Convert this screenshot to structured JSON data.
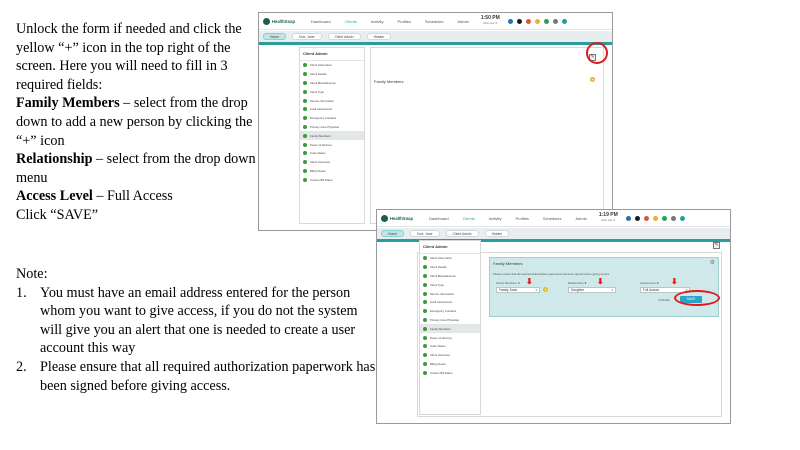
{
  "instructions": {
    "intro": "Unlock the form if needed and click the yellow “+” icon in the top right of the screen. Here you will need to fill in 3 required fields:",
    "f1_label": "Family Members",
    "f1_text": " – select from the drop down to add a new person by clicking the “+” icon",
    "f2_label": "Relationship",
    "f2_text": " – select from the drop down menu",
    "f3_label": "Access Level",
    "f3_text": " – Full Access",
    "save_line": "Click “SAVE”"
  },
  "note": {
    "heading": "Note:",
    "items": [
      {
        "num": "1.",
        "text": "You must have an email address entered for the person whom you want to give access, if you do not the system will give you an alert that one is needed to create a user account this way"
      },
      {
        "num": "2.",
        "text": "Please ensure that all required authorization paperwork has been signed before giving access."
      }
    ]
  },
  "app": {
    "logo": "HealthSnap",
    "nav": [
      "Dashboard",
      "Clients",
      "Activity",
      "Profiles",
      "Schedules",
      "Admin"
    ],
    "icon_colors": [
      "#2a6fb0",
      "#1c1c1c",
      "#e0553a",
      "#e6b42a",
      "#2e9c5a",
      "#777777",
      "#2a9c9c"
    ],
    "clientbar": [
      "Home",
      "Doe, Jane",
      "Client Admin",
      "Hidden"
    ],
    "sidebar_title": "Client Admin",
    "sidebar_items": [
      "Client Information",
      "Client Details",
      "Client Miscellaneous",
      "Client Type",
      "Service Information",
      "Lead Assessment",
      "Emergency Contacts",
      "Primary Care Physician",
      "Family Members",
      "Power of Attorney",
      "Code Status",
      "Client Insurance",
      "Billing Notes",
      "Custom Bill Rates"
    ],
    "content_label": "Family Members",
    "plus_glyph": "+"
  },
  "shot1": {
    "time": "1:50 PM",
    "date": "Mon Apr 6"
  },
  "shot2": {
    "time": "1:19 PM",
    "date": "Mon Apr 6",
    "panel_note": "Please ensure that all required authorization paperwork has been signed before giving access.",
    "fields": [
      {
        "label": "Family Members ★",
        "value": "Family, Kass"
      },
      {
        "label": "Relationship ★",
        "value": "Daughter"
      },
      {
        "label": "Access level ★",
        "value": "Full Access"
      }
    ],
    "cancel_label": "CANCEL",
    "save_label": "SAVE"
  }
}
